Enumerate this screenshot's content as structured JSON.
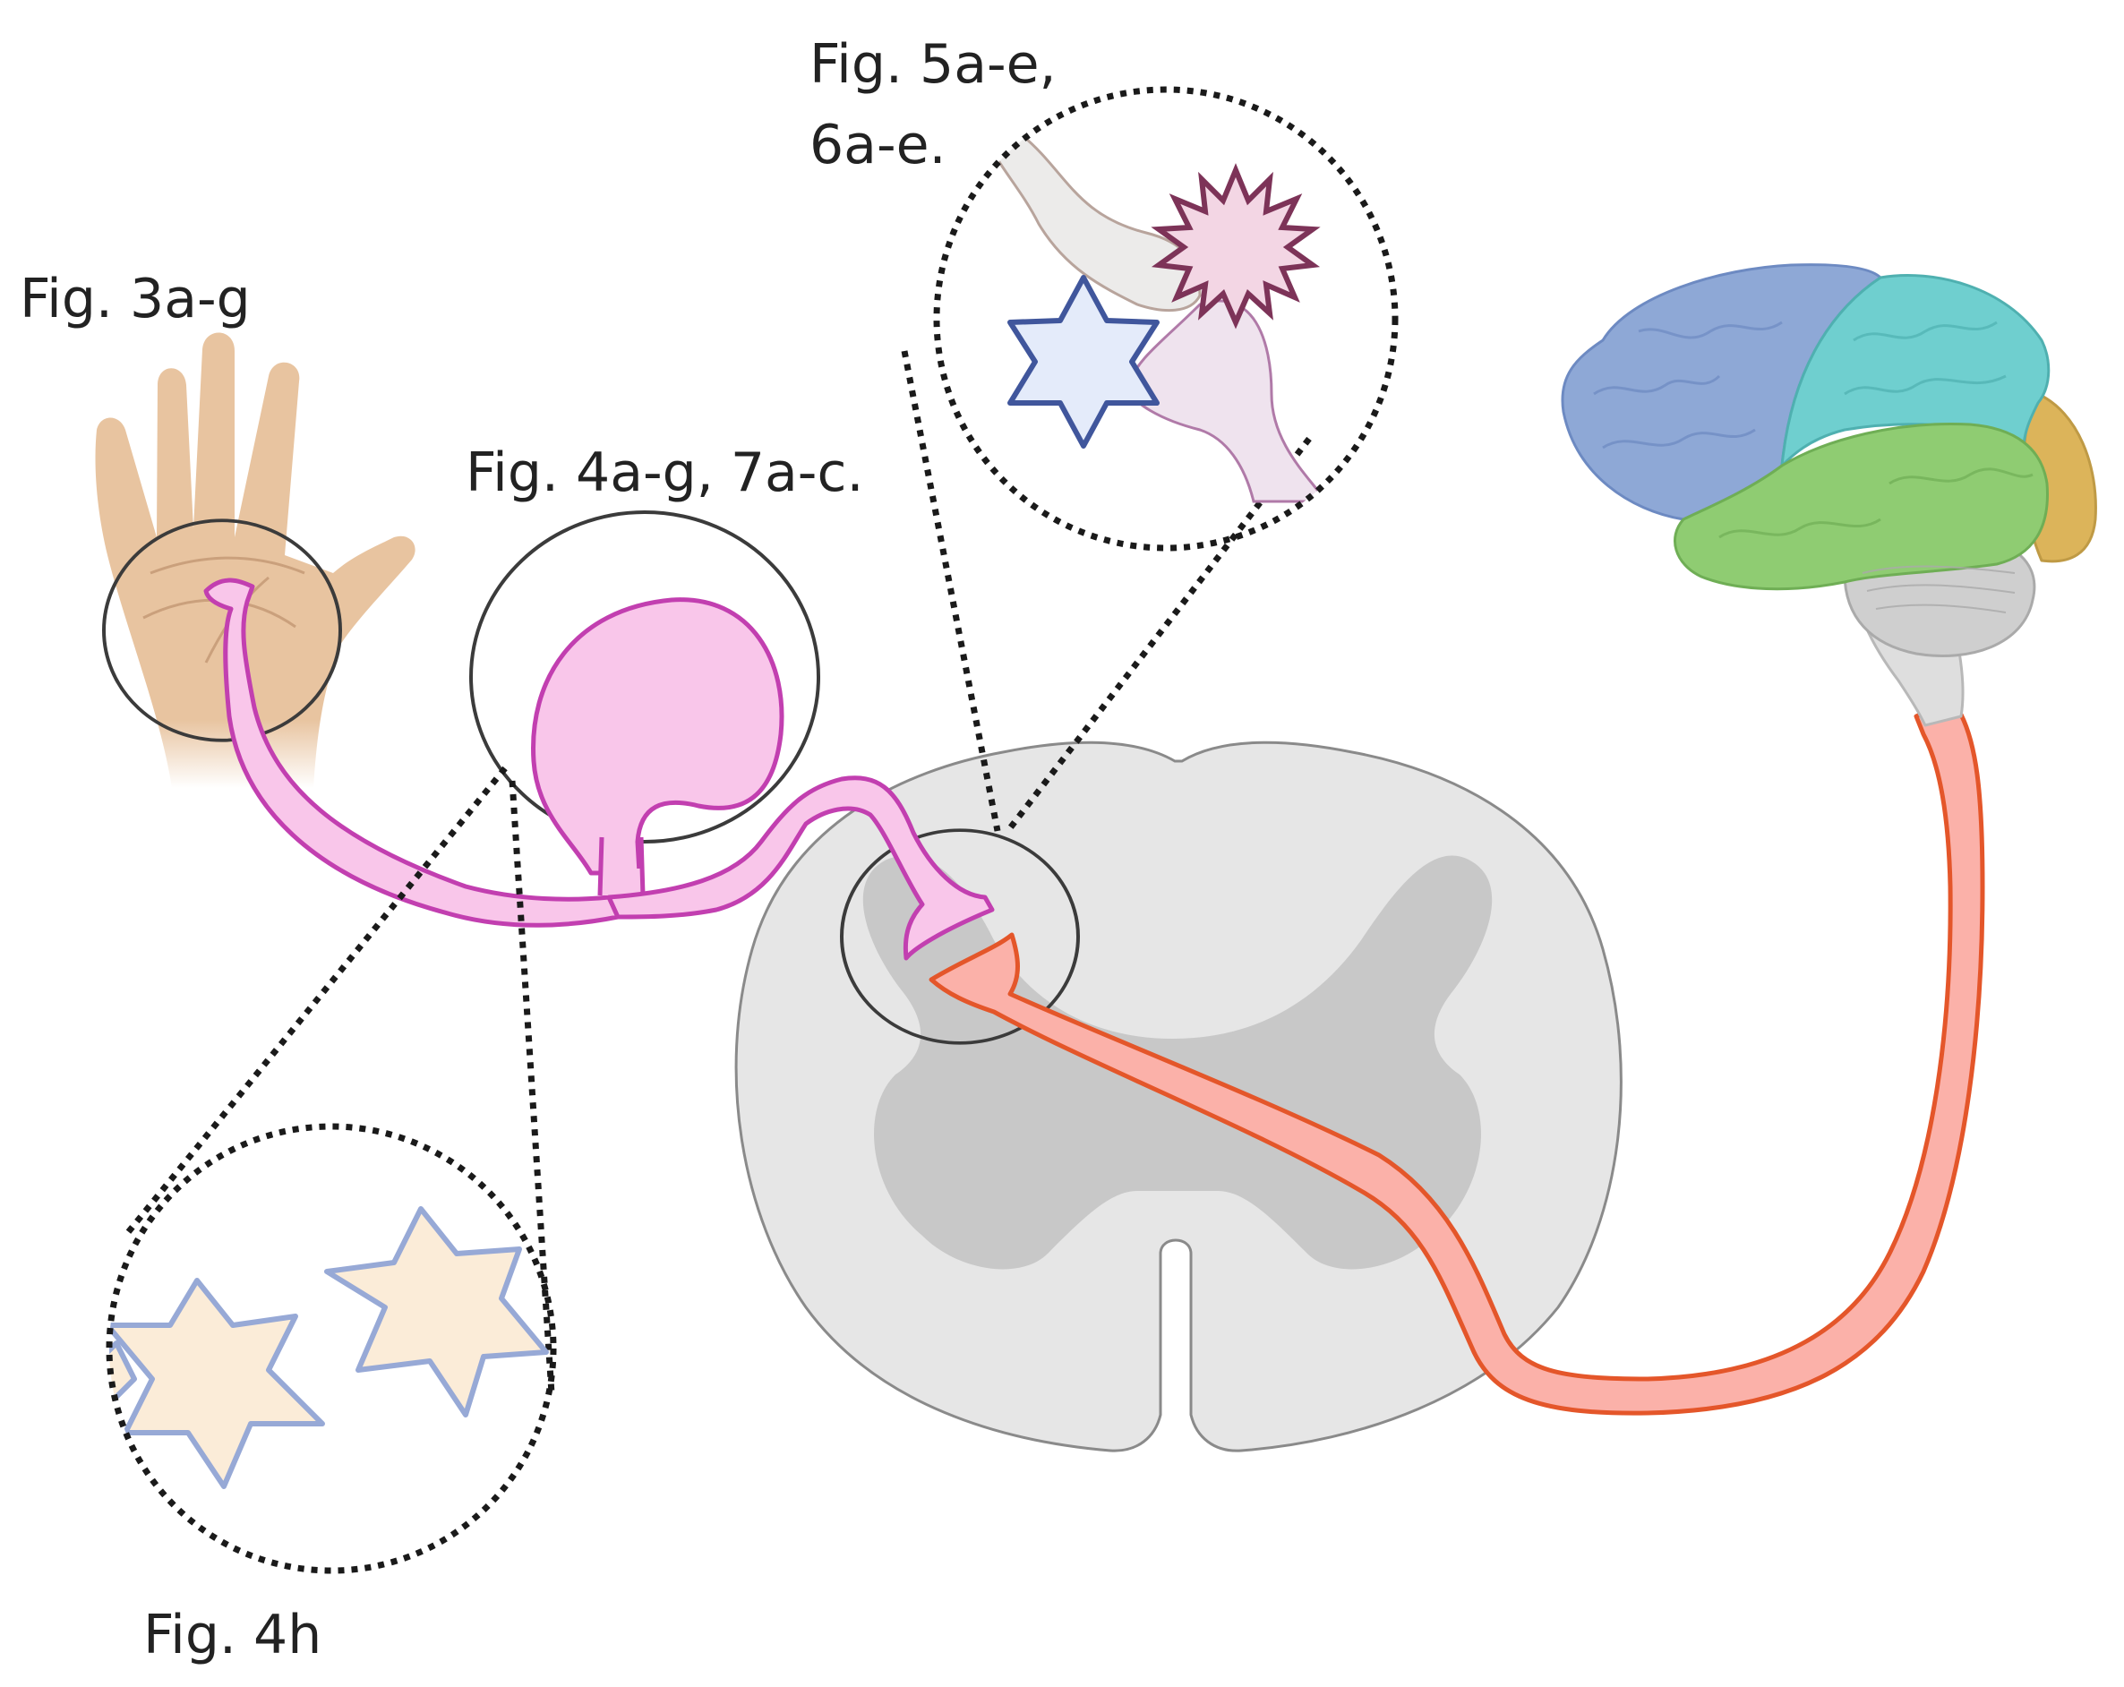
{
  "labels": {
    "fig3": "Fig. 3a-g",
    "fig4": "Fig. 4a-g, 7a-c.",
    "fig5_line1": "Fig. 5a-e,",
    "fig5_line2": "6a-e.",
    "fig4h": "Fig. 4h"
  },
  "colors": {
    "sensory_neuron_fill": "#f9c6ea",
    "sensory_neuron_stroke": "#c23fb0",
    "projection_neuron_fill": "#fbb1a9",
    "projection_neuron_stroke": "#e4562a",
    "hand_skin": "#e8c4a0",
    "spinal_cord_white": "#e6e6e6",
    "spinal_cord_gray": "#c8c8c8",
    "brain_frontal": "#8ea8d6",
    "brain_parietal": "#6fcfcf",
    "brain_temporal": "#8fcc72",
    "brain_occipital": "#dcb45a",
    "brain_cerebellum": "#cfcfcf",
    "satellite_star_fill": "#fbecd8",
    "satellite_star_stroke": "#97a9d6",
    "glia_star_fill": "#e4ebfa",
    "glia_star_stroke": "#40569c",
    "microglia_fill": "#f3d6e4",
    "microglia_stroke": "#7d3358"
  },
  "icons": {
    "hand": "hand-icon",
    "brain": "brain-icon",
    "spinal_cord": "spinal-cord-icon",
    "sensory_neuron": "sensory-neuron-icon",
    "projection_neuron": "projection-neuron-icon",
    "satellite_glia": "star-icon",
    "astrocyte": "star-icon",
    "microglia": "spiky-cell-icon"
  }
}
